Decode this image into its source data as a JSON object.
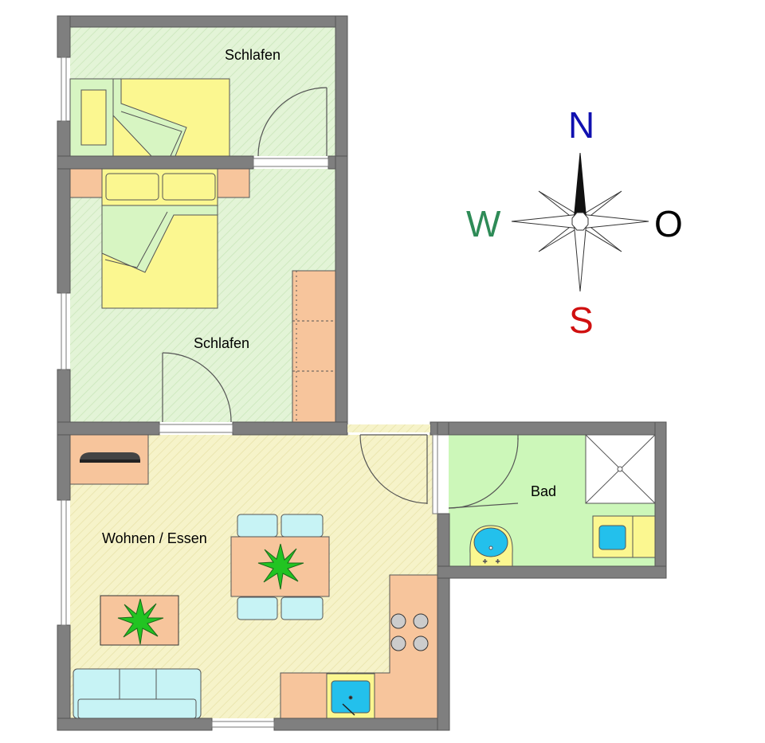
{
  "rooms": {
    "bedroom_top": {
      "label": "Schlafen"
    },
    "bedroom_main": {
      "label": "Schlafen"
    },
    "living": {
      "label": "Wohnen / Essen"
    },
    "bath": {
      "label": "Bad"
    }
  },
  "compass": {
    "north": "N",
    "south": "S",
    "west": "W",
    "east": "O",
    "north_color": "#1010b0",
    "south_color": "#d01010",
    "west_color": "#2e8b57",
    "east_color": "#000000"
  },
  "colors": {
    "wall": "#7f7f7f",
    "bedroom_fill": "#e3f4d7",
    "bedroom_green": "#d7f5c2",
    "living_fill": "#f6f3c9",
    "bath_fill": "#ccf7b9",
    "furniture_orange": "#f7c59c",
    "furniture_yellow": "#fbf790",
    "sofa_blue": "#c7f3f5",
    "sink_blue": "#23c0ec"
  },
  "icons": {
    "compass": "compass-rose-icon",
    "plant": "plant-icon",
    "tv": "tv-icon",
    "stove": "stove-icon",
    "sink": "sink-icon"
  }
}
